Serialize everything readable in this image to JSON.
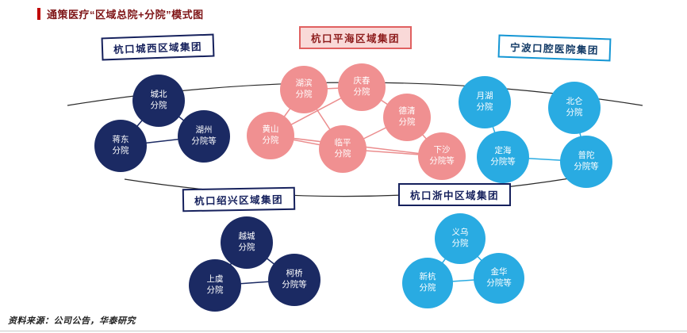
{
  "page": {
    "title": "通策医疗“区域总院+分院”模式图",
    "source_note": "资料来源：公司公告，华泰研究"
  },
  "colors": {
    "accent_bar": "#c00000",
    "title_red": "#7e1416",
    "navy_node": "#1b2a63",
    "pink_node": "#f09091",
    "cyan_node": "#29abe2",
    "pink_box_bg": "#f9d9d8",
    "pink_box_border": "#e06060",
    "blue_box_border": "#1496d4",
    "navy_box_border": "#15205c"
  },
  "groups": [
    {
      "id": "hangkou-chengxi",
      "label": "杭口城西区域集团",
      "nodes": [
        {
          "label": "城北\n分院"
        },
        {
          "label": "蒋东\n分院"
        },
        {
          "label": "湖州\n分院等"
        }
      ]
    },
    {
      "id": "hangkou-pinghai",
      "label": "杭口平海区域集团",
      "nodes": [
        {
          "label": "湖滨\n分院"
        },
        {
          "label": "庆春\n分院"
        },
        {
          "label": "德清\n分院"
        },
        {
          "label": "黄山\n分院"
        },
        {
          "label": "临平\n分院"
        },
        {
          "label": "下沙\n分院等"
        }
      ]
    },
    {
      "id": "ningbo-kouqiang",
      "label": "宁波口腔医院集团",
      "nodes": [
        {
          "label": "月湖\n分院"
        },
        {
          "label": "北仑\n分院"
        },
        {
          "label": "定海\n分院等"
        },
        {
          "label": "普陀\n分院等"
        }
      ]
    },
    {
      "id": "hangkou-shaoxing",
      "label": "杭口绍兴区域集团",
      "nodes": [
        {
          "label": "越城\n分院"
        },
        {
          "label": "上虞\n分院"
        },
        {
          "label": "柯桥\n分院等"
        }
      ]
    },
    {
      "id": "hangkou-zhezhong",
      "label": "杭口浙中区域集团",
      "nodes": [
        {
          "label": "义乌\n分院"
        },
        {
          "label": "新杭\n分院"
        },
        {
          "label": "金华\n分院等"
        }
      ]
    }
  ]
}
